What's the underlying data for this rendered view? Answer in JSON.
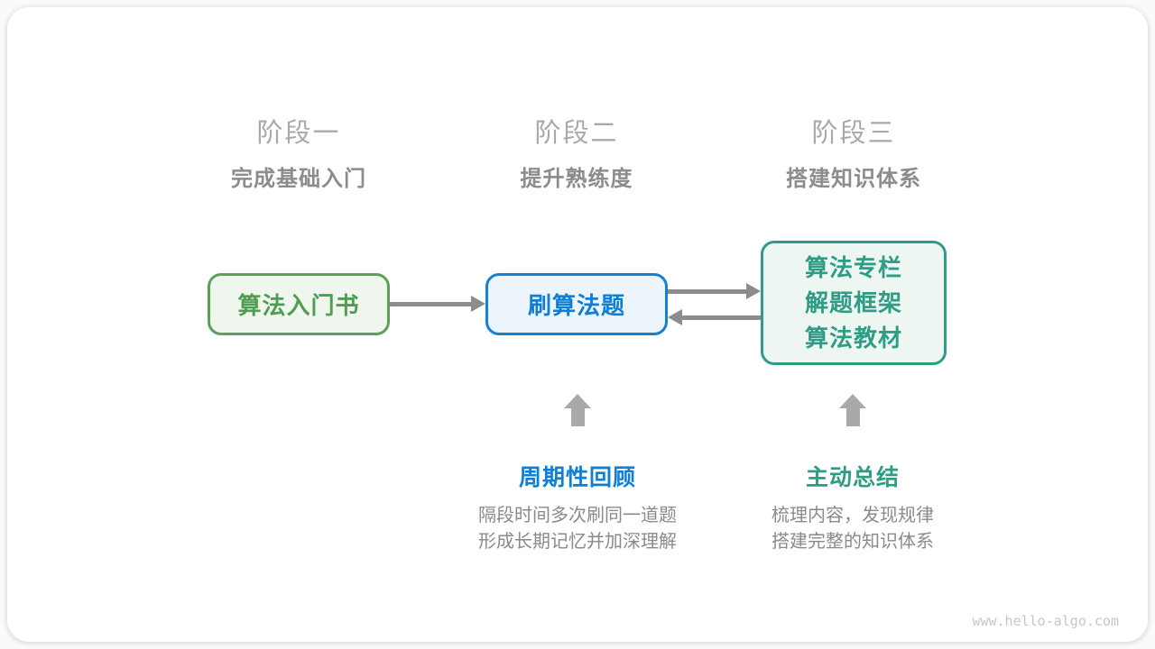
{
  "colors": {
    "green_border": "#5ba05b",
    "green_bg": "#eef6ee",
    "green_text": "#4e9d52",
    "blue_border": "#1581d4",
    "blue_bg": "#edf5fc",
    "blue_text": "#0e7fd4",
    "teal_border": "#2f9c85",
    "teal_bg": "#eef6f2",
    "teal_text": "#2f9c85",
    "arrow": "#8c8c8c",
    "up_arrow": "#a9a9a9",
    "stage_title": "#a9a9a9",
    "stage_subtitle": "#8c8c8c",
    "desc_text": "#8a8a8a",
    "watermark": "#c6c6c6"
  },
  "stages": [
    {
      "title": "阶段一",
      "subtitle": "完成基础入门"
    },
    {
      "title": "阶段二",
      "subtitle": "提升熟练度"
    },
    {
      "title": "阶段三",
      "subtitle": "搭建知识体系"
    }
  ],
  "boxes": {
    "box1": {
      "label": "算法入门书"
    },
    "box2": {
      "label": "刷算法题"
    },
    "box3": {
      "lines": [
        "算法专栏",
        "解题框架",
        "算法教材"
      ]
    }
  },
  "annotations": {
    "review": {
      "label": "周期性回顾",
      "desc_line1": "隔段时间多次刷同一道题",
      "desc_line2": "形成长期记忆并加深理解"
    },
    "summary": {
      "label": "主动总结",
      "desc_line1": "梳理内容，发现规律",
      "desc_line2": "搭建完整的知识体系"
    }
  },
  "watermark": "www.hello-algo.com"
}
